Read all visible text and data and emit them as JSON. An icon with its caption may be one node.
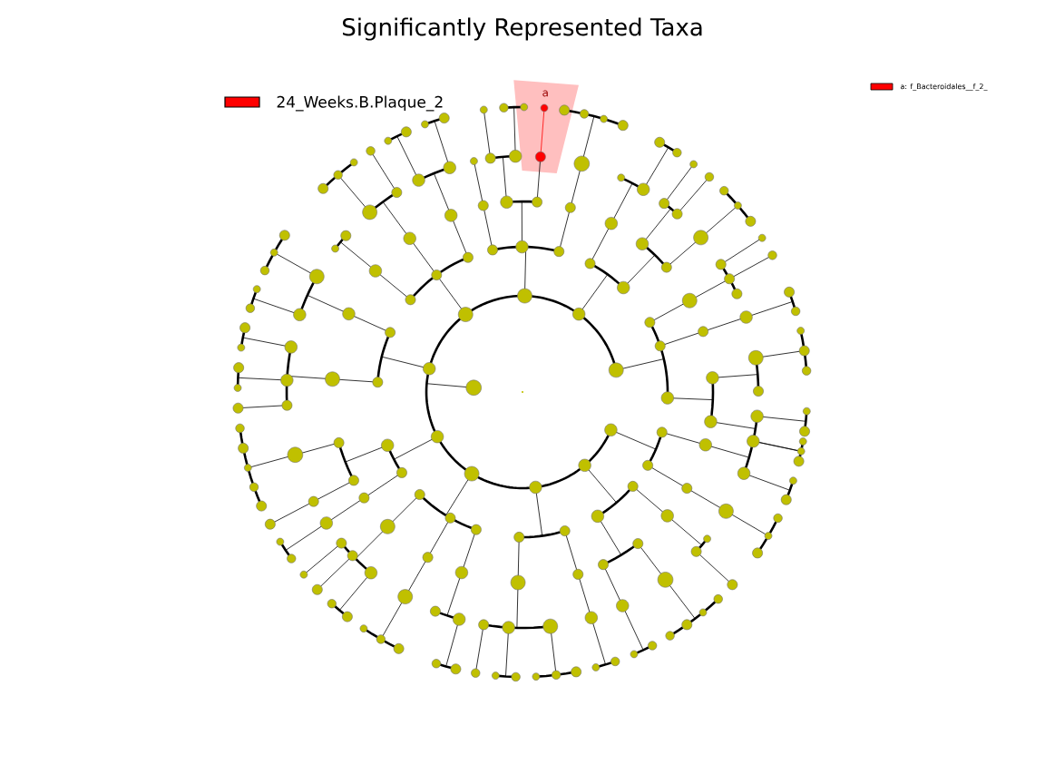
{
  "diagram": {
    "title": "Significantly Represented Taxa",
    "labels": [
      "a"
    ],
    "legend": [
      {
        "text": "24_Weeks.B.Plaque_2",
        "color": "#ff0000"
      },
      {
        "text": "a: f_Bacteroidales__f_2_",
        "color": "#ff0000"
      }
    ]
  }
}
